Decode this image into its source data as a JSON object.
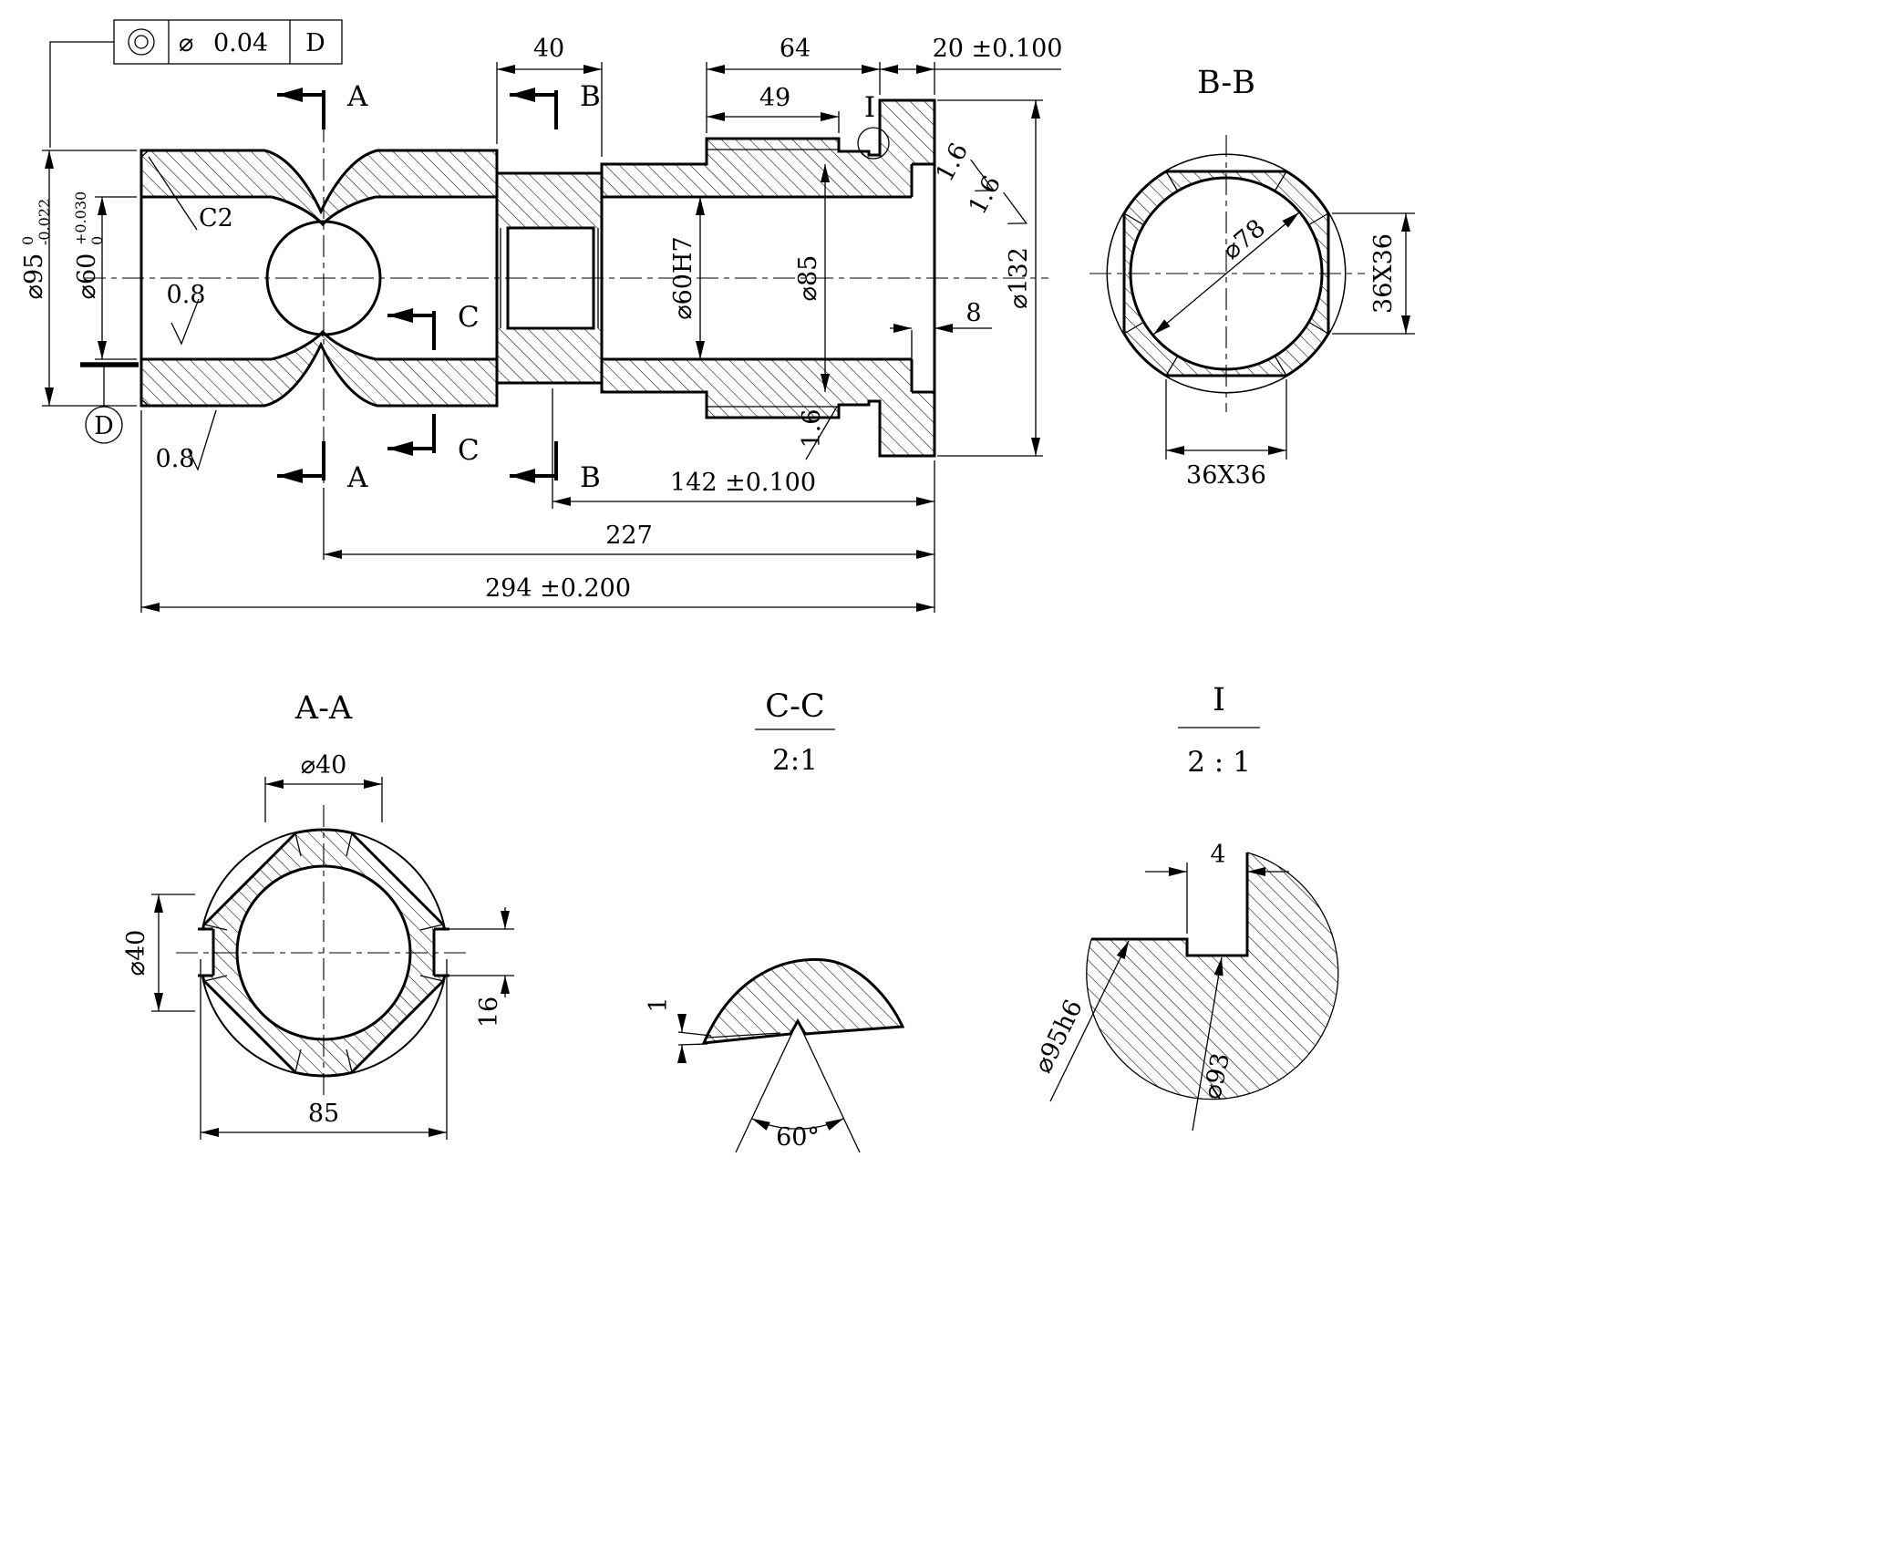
{
  "gdt": {
    "symbol_name": "concentricity-icon",
    "diameter": "⌀",
    "tolerance": "0.04",
    "datum": "D"
  },
  "sections": {
    "a": "A",
    "b": "B",
    "c": "C",
    "i": "I",
    "datum": "D"
  },
  "main": {
    "dim40": "40",
    "dim64": "64",
    "dim49": "49",
    "dim20": "20 ±0.100",
    "dia95": "⌀95",
    "dia95_upper": "0",
    "dia95_lower": "-0.022",
    "dia60": "⌀60",
    "dia60_upper": "+0.030",
    "dia60_lower": "0",
    "chamfer": "C2",
    "rough08": "0.8",
    "rough16": "1.6",
    "dia60h7": "⌀60H7",
    "dia85": "⌀85",
    "dia132": "⌀132",
    "dim8": "8",
    "dim142": "142 ±0.100",
    "dim227": "227",
    "dim294": "294 ±0.200"
  },
  "bb": {
    "title": "B-B",
    "dia78": "⌀78",
    "square": "36X36"
  },
  "aa": {
    "title": "A-A",
    "dia40": "⌀40",
    "dim16": "16",
    "dim85": "85"
  },
  "cc": {
    "title": "C-C",
    "scale": "2:1",
    "dim1": "1",
    "angle": "60°"
  },
  "i": {
    "title": "I",
    "scale": "2 : 1",
    "dim4": "4",
    "dia95h6": "⌀95h6",
    "dia93": "⌀93"
  }
}
